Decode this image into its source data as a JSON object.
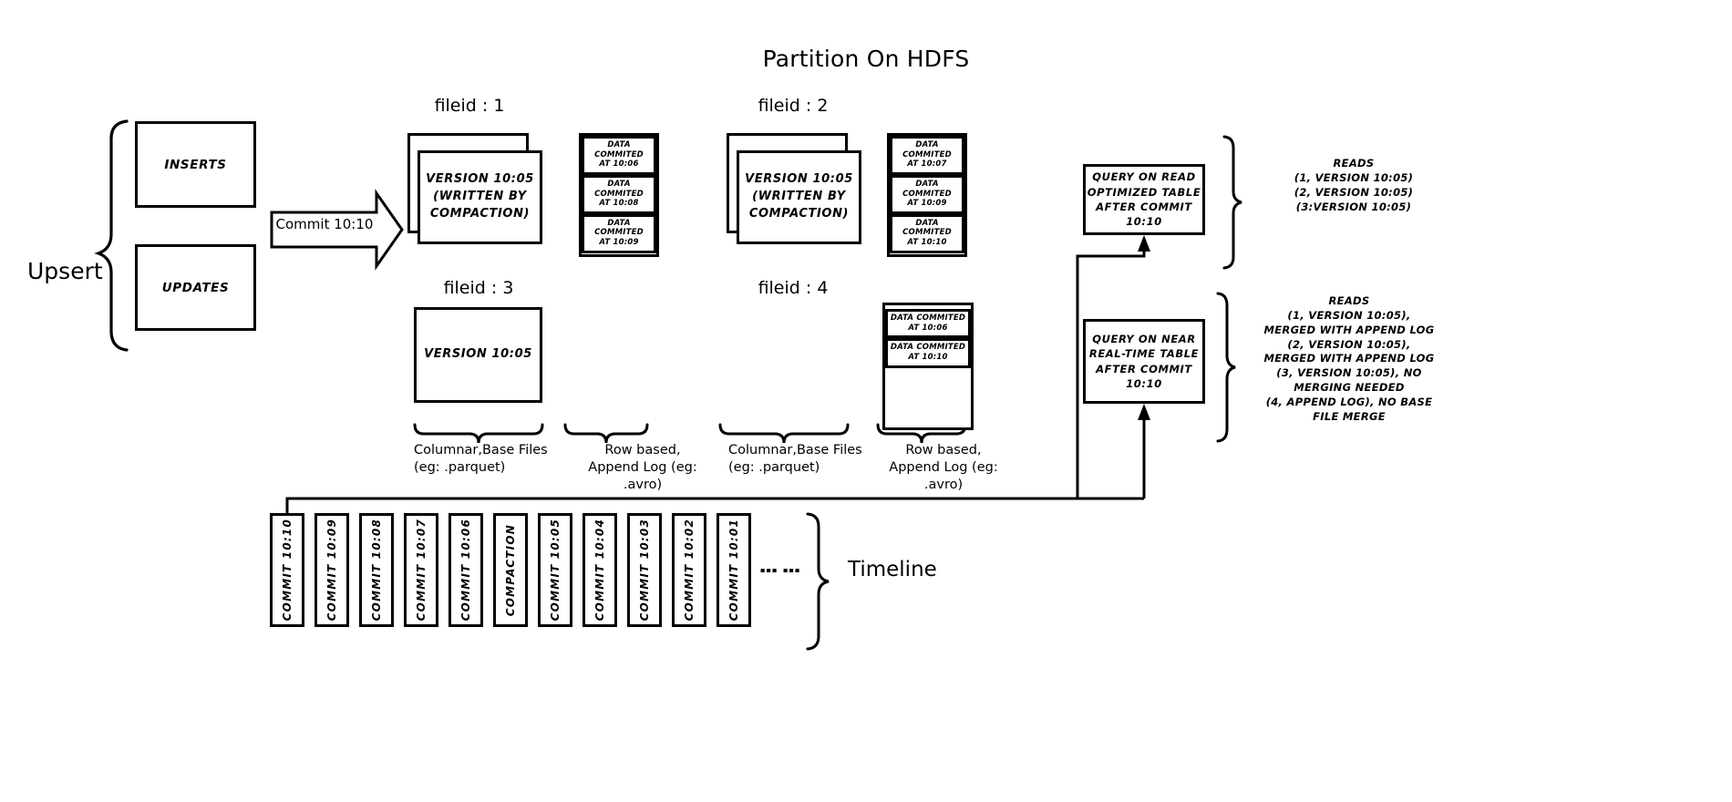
{
  "title": "Partition On HDFS",
  "upsert": {
    "label": "Upsert",
    "inserts_label": "INSERTS",
    "updates_label": "UPDATES"
  },
  "commit_arrow": {
    "label": "Commit 10:10"
  },
  "file_groups": [
    {
      "fileid_label": "fileid : 1",
      "base_file_text": "VERSION 10:05\n(WRITTEN BY\nCOMPACTION)",
      "stacked": true,
      "log_rows": [
        "DATA COMMITED\nAT 10:06",
        "DATA COMMITED\nAT 10:08",
        "DATA COMMITED\nAT 10:09"
      ]
    },
    {
      "fileid_label": "fileid : 2",
      "base_file_text": "VERSION 10:05\n(WRITTEN BY\nCOMPACTION)",
      "stacked": true,
      "log_rows": [
        "DATA COMMITED\nAT 10:07",
        "DATA COMMITED\nAT 10:09",
        "DATA COMMITED\nAT 10:10"
      ]
    },
    {
      "fileid_label": "fileid : 3",
      "base_file_text": "VERSION 10:05",
      "stacked": false,
      "log_rows": []
    },
    {
      "fileid_label": "fileid : 4",
      "base_file_text": "",
      "stacked": false,
      "log_rows": [
        "DATA COMMITED\nAT 10:06",
        "DATA COMMITED\nAT 10:10"
      ]
    }
  ],
  "captions": {
    "columnar_a": "Columnar,Base Files\n(eg: .parquet)",
    "rowbased_a": "Row based,\nAppend Log  (eg:\n.avro)",
    "columnar_b": "Columnar,Base Files\n(eg: .parquet)",
    "rowbased_b": "Row based,\nAppend Log  (eg:\n.avro)"
  },
  "queries": {
    "read_optimized": {
      "box_text": "QUERY ON READ\nOPTIMIZED TABLE\nAFTER COMMIT\n10:10",
      "reads_text": "READS\n(1, VERSION 10:05)\n(2, VERSION 10:05)\n(3:VERSION 10:05)"
    },
    "near_real_time": {
      "box_text": "QUERY ON NEAR\nREAL-TIME TABLE\nAFTER COMMIT\n10:10",
      "reads_text": "READS\n(1, VERSION 10:05),\nMERGED WITH APPEND LOG\n(2, VERSION 10:05),\nMERGED WITH APPEND LOG\n(3, VERSION 10:05), NO\nMERGING NEEDED\n(4, APPEND LOG), NO BASE\nFILE MERGE"
    }
  },
  "timeline": {
    "label": "Timeline",
    "entries": [
      "COMMIT  10:10",
      "COMMIT  10:09",
      "COMMIT  10:08",
      "COMMIT  10:07",
      "COMMIT  10:06",
      "COMPACTION",
      "COMMIT  10:05",
      "COMMIT  10:04",
      "COMMIT  10:03",
      "COMMIT  10:02",
      "COMMIT  10:01"
    ],
    "ellipsis": "⋮"
  },
  "colors": {
    "stroke": "#000000",
    "background": "#ffffff"
  }
}
